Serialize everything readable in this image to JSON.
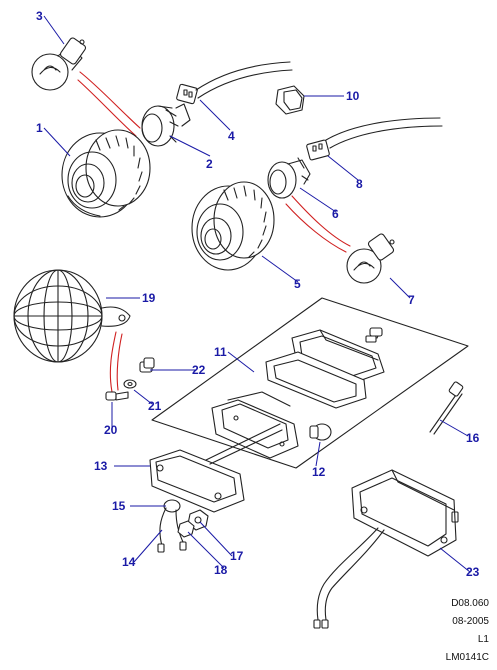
{
  "diagram": {
    "callouts": [
      "1",
      "2",
      "3",
      "4",
      "5",
      "6",
      "7",
      "8",
      "10",
      "11",
      "12",
      "13",
      "14",
      "15",
      "16",
      "17",
      "18",
      "19",
      "20",
      "21",
      "22",
      "23"
    ],
    "colors": {
      "callout": "#1a1aa6",
      "lead": "#1a1aa6",
      "wire": "#d02020",
      "line": "#222222"
    }
  },
  "footer": {
    "ref1": "D08.060",
    "ref2": "08-2005",
    "ref3": "L1",
    "ref4": "LM0141C"
  }
}
